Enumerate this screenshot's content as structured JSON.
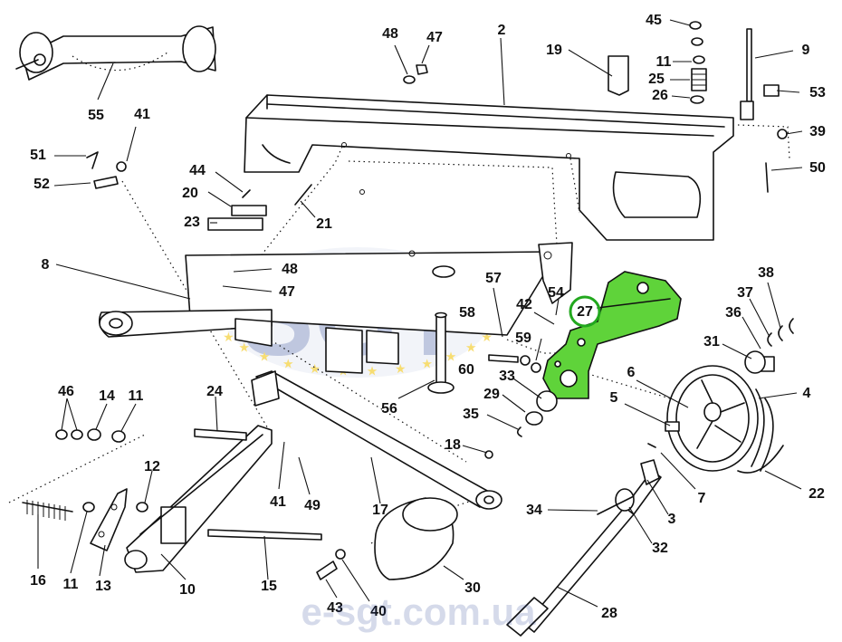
{
  "diagram": {
    "highlight_color": "#5fd33a",
    "highlight_ring_color": "#22a81e",
    "watermark_color": "#1f3a8f",
    "watermark_star_color": "#f2c200",
    "watermark_logo": "SGT",
    "watermark_url": "e-sgt.com.ua",
    "highlighted_part": "27",
    "callouts": [
      {
        "id": "c55",
        "label": "55"
      },
      {
        "id": "c41a",
        "label": "41"
      },
      {
        "id": "c51",
        "label": "51"
      },
      {
        "id": "c52",
        "label": "52"
      },
      {
        "id": "c44",
        "label": "44"
      },
      {
        "id": "c20",
        "label": "20"
      },
      {
        "id": "c23",
        "label": "23"
      },
      {
        "id": "c21",
        "label": "21"
      },
      {
        "id": "c48a",
        "label": "48"
      },
      {
        "id": "c47a",
        "label": "47"
      },
      {
        "id": "c2",
        "label": "2"
      },
      {
        "id": "c19",
        "label": "19"
      },
      {
        "id": "c45",
        "label": "45"
      },
      {
        "id": "c11a",
        "label": "11"
      },
      {
        "id": "c25",
        "label": "25"
      },
      {
        "id": "c26",
        "label": "26"
      },
      {
        "id": "c9",
        "label": "9"
      },
      {
        "id": "c53",
        "label": "53"
      },
      {
        "id": "c39",
        "label": "39"
      },
      {
        "id": "c50",
        "label": "50"
      },
      {
        "id": "c8",
        "label": "8"
      },
      {
        "id": "c48b",
        "label": "48"
      },
      {
        "id": "c47b",
        "label": "47"
      },
      {
        "id": "c57",
        "label": "57"
      },
      {
        "id": "c58",
        "label": "58"
      },
      {
        "id": "c54",
        "label": "54"
      },
      {
        "id": "c42",
        "label": "42"
      },
      {
        "id": "c27",
        "label": "27"
      },
      {
        "id": "c38",
        "label": "38"
      },
      {
        "id": "c37",
        "label": "37"
      },
      {
        "id": "c36",
        "label": "36"
      },
      {
        "id": "c31",
        "label": "31"
      },
      {
        "id": "c59",
        "label": "59"
      },
      {
        "id": "c60",
        "label": "60"
      },
      {
        "id": "c33",
        "label": "33"
      },
      {
        "id": "c29",
        "label": "29"
      },
      {
        "id": "c6",
        "label": "6"
      },
      {
        "id": "c5",
        "label": "5"
      },
      {
        "id": "c4",
        "label": "4"
      },
      {
        "id": "c35",
        "label": "35"
      },
      {
        "id": "c18",
        "label": "18"
      },
      {
        "id": "c56",
        "label": "56"
      },
      {
        "id": "c46",
        "label": "46"
      },
      {
        "id": "c14",
        "label": "14"
      },
      {
        "id": "c11b",
        "label": "11"
      },
      {
        "id": "c24",
        "label": "24"
      },
      {
        "id": "c7",
        "label": "7"
      },
      {
        "id": "c22",
        "label": "22"
      },
      {
        "id": "c12",
        "label": "12"
      },
      {
        "id": "c41b",
        "label": "41"
      },
      {
        "id": "c49",
        "label": "49"
      },
      {
        "id": "c17",
        "label": "17"
      },
      {
        "id": "c34",
        "label": "34"
      },
      {
        "id": "c3",
        "label": "3"
      },
      {
        "id": "c32",
        "label": "32"
      },
      {
        "id": "c16",
        "label": "16"
      },
      {
        "id": "c11c",
        "label": "11"
      },
      {
        "id": "c13",
        "label": "13"
      },
      {
        "id": "c10",
        "label": "10"
      },
      {
        "id": "c15",
        "label": "15"
      },
      {
        "id": "c30",
        "label": "30"
      },
      {
        "id": "c43",
        "label": "43"
      },
      {
        "id": "c40",
        "label": "40"
      },
      {
        "id": "c28",
        "label": "28"
      }
    ]
  }
}
